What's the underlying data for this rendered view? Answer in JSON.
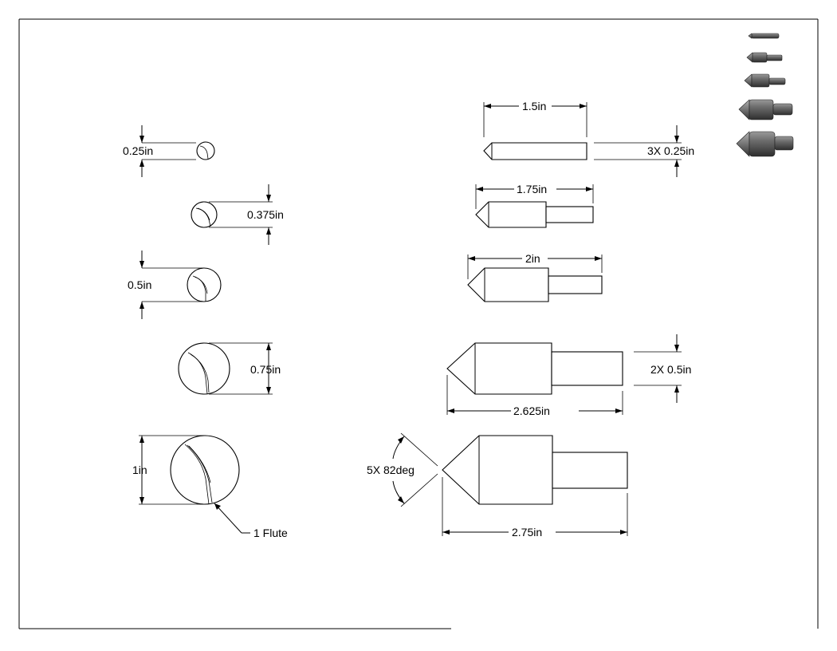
{
  "front_view": {
    "diameters": [
      {
        "label": "0.25in"
      },
      {
        "label": "0.375in"
      },
      {
        "label": "0.5in"
      },
      {
        "label": "0.75in"
      },
      {
        "label": "1in"
      }
    ],
    "flute_note": "1 Flute"
  },
  "side_view": {
    "lengths": [
      {
        "label": "1.5in"
      },
      {
        "label": "1.75in"
      },
      {
        "label": "2in"
      },
      {
        "label": "2.625in"
      },
      {
        "label": "2.75in"
      }
    ],
    "shank_note_small": "3X 0.25in",
    "shank_note_large": "2X 0.5in",
    "angle_note": "5X 82deg"
  },
  "colors": {
    "line": "#000000",
    "iso_dark": "#3a3a3a",
    "iso_mid": "#6e6e6e",
    "iso_light": "#9a9a9a"
  }
}
